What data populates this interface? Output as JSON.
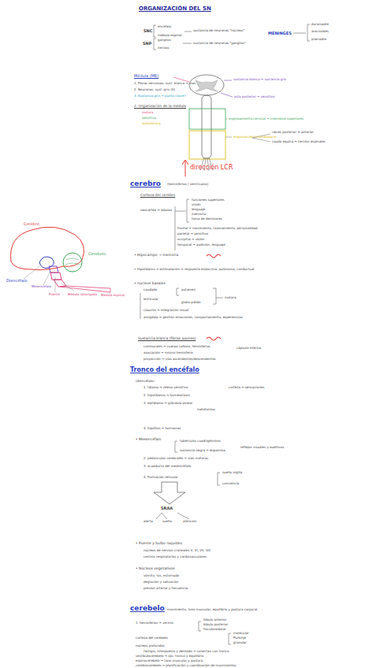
{
  "diagram": {
    "title": "ORGANIZACIÓN DEL SN",
    "labels": [
      "SNC",
      "encéfalo",
      "médula espinal",
      "sustancia de neuronas \"núcleos\"",
      "SNP",
      "ganglios",
      "nervios",
      "sustancia de neuronas \"ganglios\"",
      "MENINGES",
      "duramadre",
      "aracnoides",
      "piamadre",
      "Médula (ME)",
      "1. Fibras nerviosas: sust. blanca → vías",
      "2. Neuronas: sust. gris (H)",
      "3. Sustancia gris → punto clave!!",
      "2. Organización de la médula",
      "motora",
      "sensitiva",
      "autonómica",
      "sustancia blanca → sustancia gris",
      "asta posterior → sensitivo",
      "engrosamiento cervical → miembros superiores",
      "engrosamiento lumbosacro",
      "raíces posterior + anterior",
      "cauda equina → nervios espinales",
      "dirección LCR",
      "cerebro",
      "(hemisferios / ventrículos)",
      "Corteza del cerebro",
      "neocórtex → lóbulos",
      "funciones superiores",
      "visión",
      "lenguaje",
      "memoria",
      "toma de decisiones",
      "frontal → movimiento, razonamiento, personalidad",
      "parietal → sensitivo",
      "occipital → visión",
      "temporal → audición, lenguaje",
      "• Hipocampo → memoria",
      "• Hipotálamo → estimulación → respuesta endocrina, autónoma, conductual",
      "• núcleos basales",
      "caudado",
      "putamen",
      "lenticular",
      "globo pálido",
      "motora",
      "claustro → integración visual",
      "amígdala → gestión emociones, comportamiento, experiencias",
      "Sustancia blanca (fibras axones)",
      "comisurales → cuerpo calloso, hemisferios",
      "asociación → mismo hemisferio",
      "proyección → vías ascendentes/descendentes",
      "cápsula interna",
      "Tronco del encéfalo",
      "(diencéfalo)",
      "1. tálamo → relevo sensitivo",
      "corteza → sensaciones",
      "2. hipotálamo → homeostasis",
      "3. epitálamo → glándula pineal",
      "melatonina",
      "4. hipófisis → hormonas",
      "• Mesencéfalo",
      "tubérculos cuadrigéminos",
      "sustancia negra → dopamina",
      "2. pedúnculos cerebrales → vías motoras",
      "3. acueducto del mesencéfalo",
      "reflejos visuales y auditivos",
      "4. Formación reticular",
      "sueño-vigilia",
      "conciencia",
      "SRAA",
      "alerta",
      "sueño",
      "atención",
      "• Puente y bulbo raquídeo",
      "núcleos de nervios craneales V, VI, VII, VIII",
      "centros respiratorios y cardiovasculares",
      "• Núcleos vegetativos",
      "vómito, tos, estornudo",
      "deglución y salivación",
      "presión arterial y frecuencia",
      "cerebelo",
      "movimiento, tono muscular, equilibrio y postura corporal",
      "1. hemisferios → vermis",
      "lóbulo anterior",
      "lóbulo posterior",
      "floculonodular",
      "corteza del cerebelo",
      "molecular",
      "Purkinje",
      "granular",
      "núcleos profundos",
      "fastigio, interpuesto y dentado → conectan con tronco",
      "vestibulocerebelo → ojo, tronco y equilibrio",
      "espinocerebelo → tono muscular y postura",
      "cerebrocerebelo → planificación y coordinación de movimientos",
      "Cerebro",
      "Cerebelo",
      "Diencéfalo",
      "Mesencéfalo",
      "Puente",
      "Médula oblongada",
      "Médula espinal"
    ]
  }
}
